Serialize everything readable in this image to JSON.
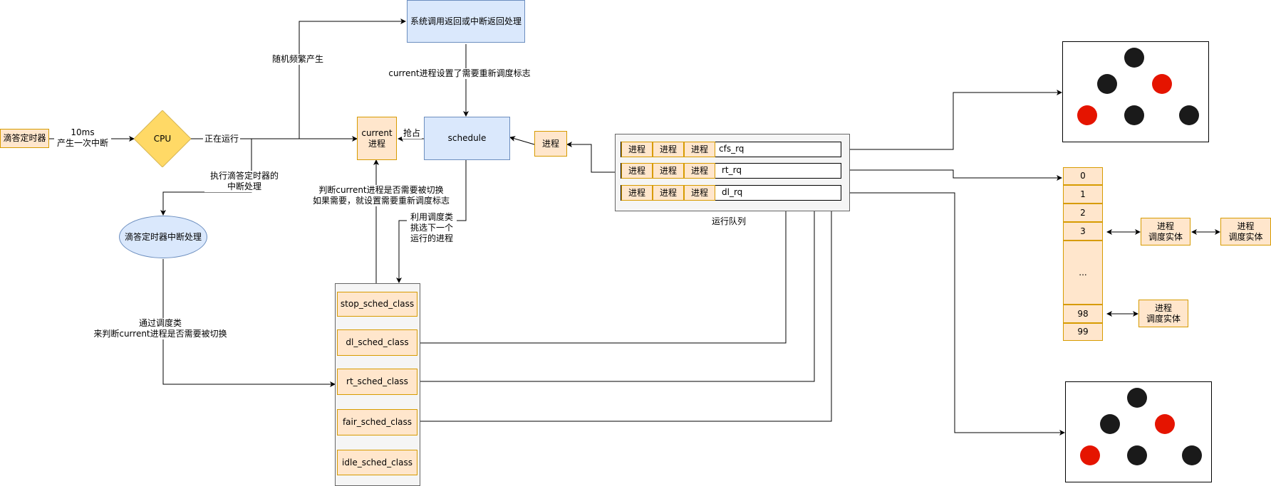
{
  "nodes": {
    "tick_timer": "滴答定时器",
    "cpu": "CPU",
    "syscall_return": "系统调用返回或中断返回处理",
    "current_process": "current\n进程",
    "schedule": "schedule",
    "process": "进程",
    "tick_handler": "滴答定时器中断处理"
  },
  "edge_labels": {
    "timer_to_cpu": "10ms\n产生一次中断",
    "running": "正在运行",
    "random_frequent": "随机频繁产生",
    "need_resched_flag": "current进程设置了需要重新调度标志",
    "preempt": "抢占",
    "exec_tick_handler": "执行滴答定时器的\n中断处理",
    "judge_switch": "判断current进程是否需要被切换\n如果需要，就设置需要重新调度标志",
    "pick_next": "利用调度类\n挑选下一个\n运行的进程",
    "via_sched_class": "通过调度类\n来判断current进程是否需要被切换"
  },
  "sched_classes": [
    "stop_sched_class",
    "dl_sched_class",
    "rt_sched_class",
    "fair_sched_class",
    "idle_sched_class"
  ],
  "run_queue": {
    "title": "运行队列",
    "rows": [
      {
        "cells": [
          "进程",
          "进程",
          "进程"
        ],
        "name": "cfs_rq"
      },
      {
        "cells": [
          "进程",
          "进程",
          "进程"
        ],
        "name": "rt_rq"
      },
      {
        "cells": [
          "进程",
          "进程",
          "进程"
        ],
        "name": "dl_rq"
      }
    ]
  },
  "priority_array": {
    "labels": [
      "0",
      "1",
      "2",
      "3",
      "...",
      "98",
      "99"
    ]
  },
  "entities": {
    "entity_a": "进程\n调度实体",
    "entity_b": "进程\n调度实体",
    "entity_c": "进程\n调度实体"
  },
  "colors": {
    "orange_fill": "#ffe6cc",
    "orange_border": "#d79b00",
    "blue_fill": "#dae8fc",
    "blue_border": "#6c8ebf",
    "diamond_fill": "#ffd966",
    "rb_black": "#1a1a1a",
    "rb_red": "#e51400"
  }
}
